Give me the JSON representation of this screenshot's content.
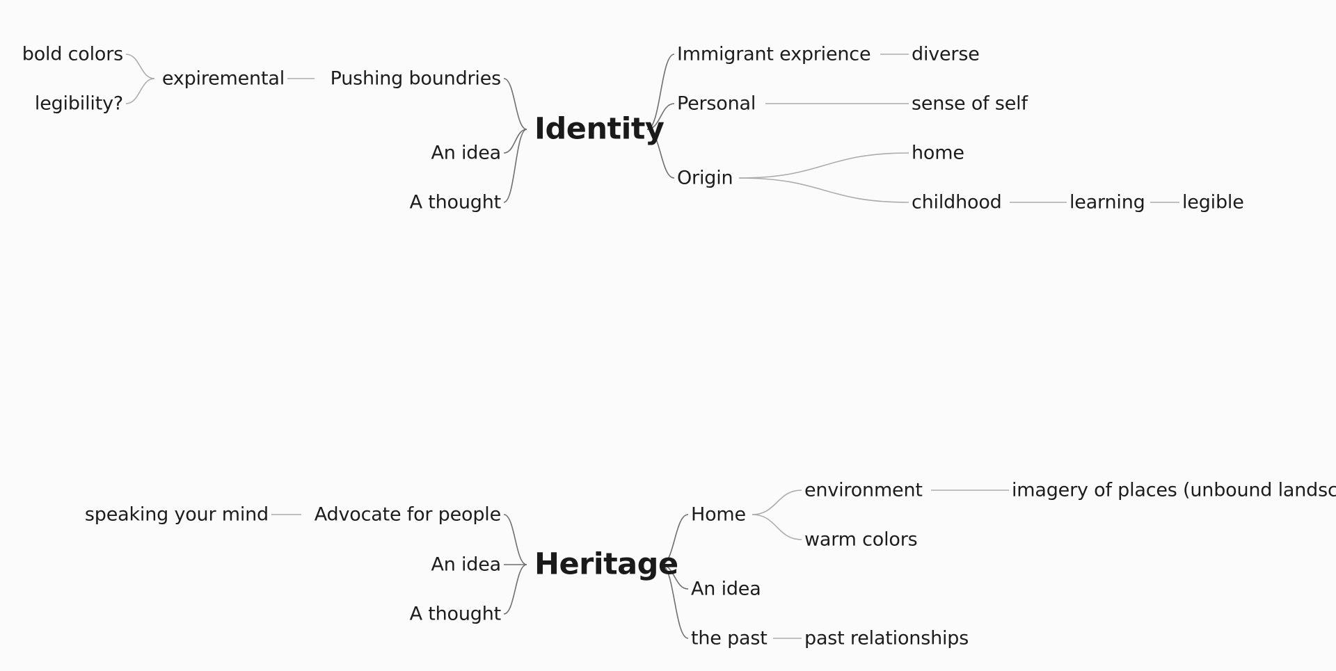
{
  "colors": {
    "background": "#fbfbfb",
    "text": "#1c1c1c",
    "edge_primary": "#6e6e6e",
    "edge_secondary": "#ababab"
  },
  "maps": [
    {
      "root": "Identity",
      "left": [
        {
          "label": "Pushing boundries",
          "children": [
            {
              "label": "expiremental",
              "children": [
                {
                  "label": "bold colors"
                },
                {
                  "label": "legibility?"
                }
              ]
            }
          ]
        },
        {
          "label": "An idea"
        },
        {
          "label": "A thought"
        }
      ],
      "right": [
        {
          "label": "Immigrant exprience",
          "children": [
            {
              "label": "diverse"
            }
          ]
        },
        {
          "label": "Personal",
          "children": [
            {
              "label": "sense of self"
            }
          ]
        },
        {
          "label": "Origin",
          "children": [
            {
              "label": "home"
            },
            {
              "label": "childhood",
              "children": [
                {
                  "label": "learning",
                  "children": [
                    {
                      "label": "legible"
                    }
                  ]
                }
              ]
            }
          ]
        }
      ]
    },
    {
      "root": "Heritage",
      "left": [
        {
          "label": "Advocate for people",
          "children": [
            {
              "label": "speaking your mind"
            }
          ]
        },
        {
          "label": "An idea"
        },
        {
          "label": "A thought"
        }
      ],
      "right": [
        {
          "label": "Home",
          "children": [
            {
              "label": "environment",
              "children": [
                {
                  "label": "imagery of places (unbound landscapes)"
                }
              ]
            },
            {
              "label": "warm colors"
            }
          ]
        },
        {
          "label": "An idea"
        },
        {
          "label": "the past",
          "children": [
            {
              "label": "past relationships"
            }
          ]
        }
      ]
    }
  ]
}
